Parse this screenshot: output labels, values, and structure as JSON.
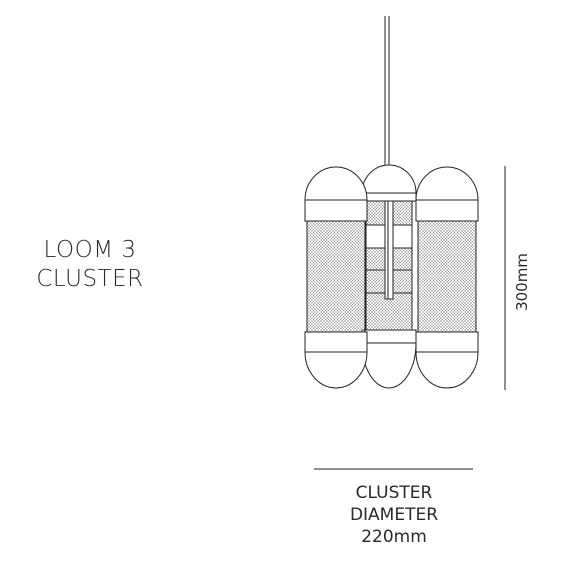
{
  "title": {
    "line1": "LOOM 3",
    "line2": "CLUSTER"
  },
  "dimensions": {
    "height": "300mm",
    "diameter_line1": "CLUSTER",
    "diameter_line2": "DIAMETER",
    "diameter_value": "220mm"
  },
  "colors": {
    "line": "#222222",
    "mesh": "#8a8a8a",
    "background": "#ffffff"
  }
}
